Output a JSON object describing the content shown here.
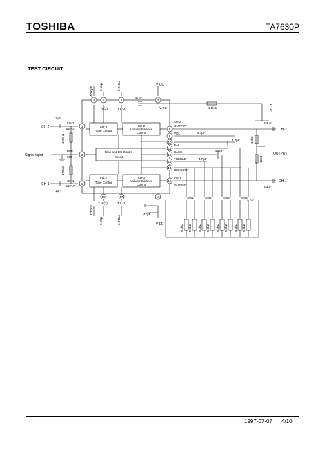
{
  "header": {
    "brand": "TOSHIBA",
    "part_number": "TA7630P"
  },
  "section_title": "TEST CIRCUIT",
  "footer": {
    "date": "1997-07-07",
    "page": "4/10"
  },
  "diagram": {
    "blocks": {
      "tone_ch2": [
        "CH-2",
        "Tone Contro"
      ],
      "vol_ch2": [
        "CH-2",
        "Volume Balance",
        "Control"
      ],
      "bias": [
        "Bias and DC Contro",
        "Circuit"
      ],
      "tone_ch1": [
        "CH-1",
        "Tone Contro"
      ],
      "vol_ch1": [
        "CH-1",
        "Volume Balance",
        "Control"
      ]
    },
    "left_labels": {
      "ch2_in": "CH 2",
      "signal_input": "Signal input",
      "ch1_in": "CH-1",
      "ch2_input": "CH-2",
      "input_a": "INPUT",
      "ref": "REF",
      "sig": "SIG",
      "ch1_input": "CH-1",
      "input_b": "INPUT",
      "cap_in_top": "1μF",
      "cap_in_bot": "1μF",
      "res_top": "120k Ω",
      "res_bot": "120k Ω"
    },
    "top_labels": {
      "vcc": "V CC",
      "vcc_pin": "V CC",
      "cap_vcc": "47μF",
      "c_top": "4700pF",
      "th2": "T H (2)",
      "tl2": "T L (2)",
      "c_th2": "0.15μ",
      "c_tl2": "0.015μ",
      "res_1k5": "1.5kΩ",
      "cap_47_right": "47 μF"
    },
    "right_labels": {
      "ch2_output": "CH-2",
      "output_a": "OUTPUT",
      "vol": "VOL",
      "bal": "BAL",
      "bass": "BASS",
      "treble": "TREBLE",
      "refcont": "REFCONT",
      "ch1_output": "CH-1",
      "output_b": "OUTPUT",
      "cap_out1": "4.7μF",
      "cap_out2": "4.7μF",
      "cap_out3": "4.7μF",
      "cap_out4": "4.7μF",
      "cap_33_top": "3.3μF",
      "cap_33_bot": "3.3μF",
      "res_10k_a": "10kΩ",
      "res_10k_b": "10kΩ",
      "output": "OUTPUT",
      "out_ch2": "CH-2",
      "out_ch1": "CH-1"
    },
    "bottom_labels": {
      "c_bot": "4700pF",
      "th1": "T H (1)",
      "tl1": "T L (1)",
      "c_th1": "0.15μ",
      "c_tl1": "0.015μ",
      "cap_vee": "47μF",
      "vee": "V EE",
      "sw1": "SW1",
      "sw2": "SW2",
      "sw3": "SW3",
      "sw4": "SW4",
      "a": "a",
      "b": "b",
      "c": "c",
      "r1": "5.1kΩ",
      "r2": "5.1kΩ",
      "r3": "5.1kΩ",
      "r4": "5.1kΩ",
      "r5": "5.1kΩ",
      "r6": "5.1kΩ",
      "r7": "5.1kΩ",
      "r8": "5.1kΩ"
    },
    "pins": [
      "1",
      "2",
      "3",
      "4",
      "5",
      "6",
      "7",
      "8",
      "9",
      "10",
      "11",
      "12",
      "13",
      "14",
      "15",
      "16",
      "17",
      "18"
    ]
  }
}
